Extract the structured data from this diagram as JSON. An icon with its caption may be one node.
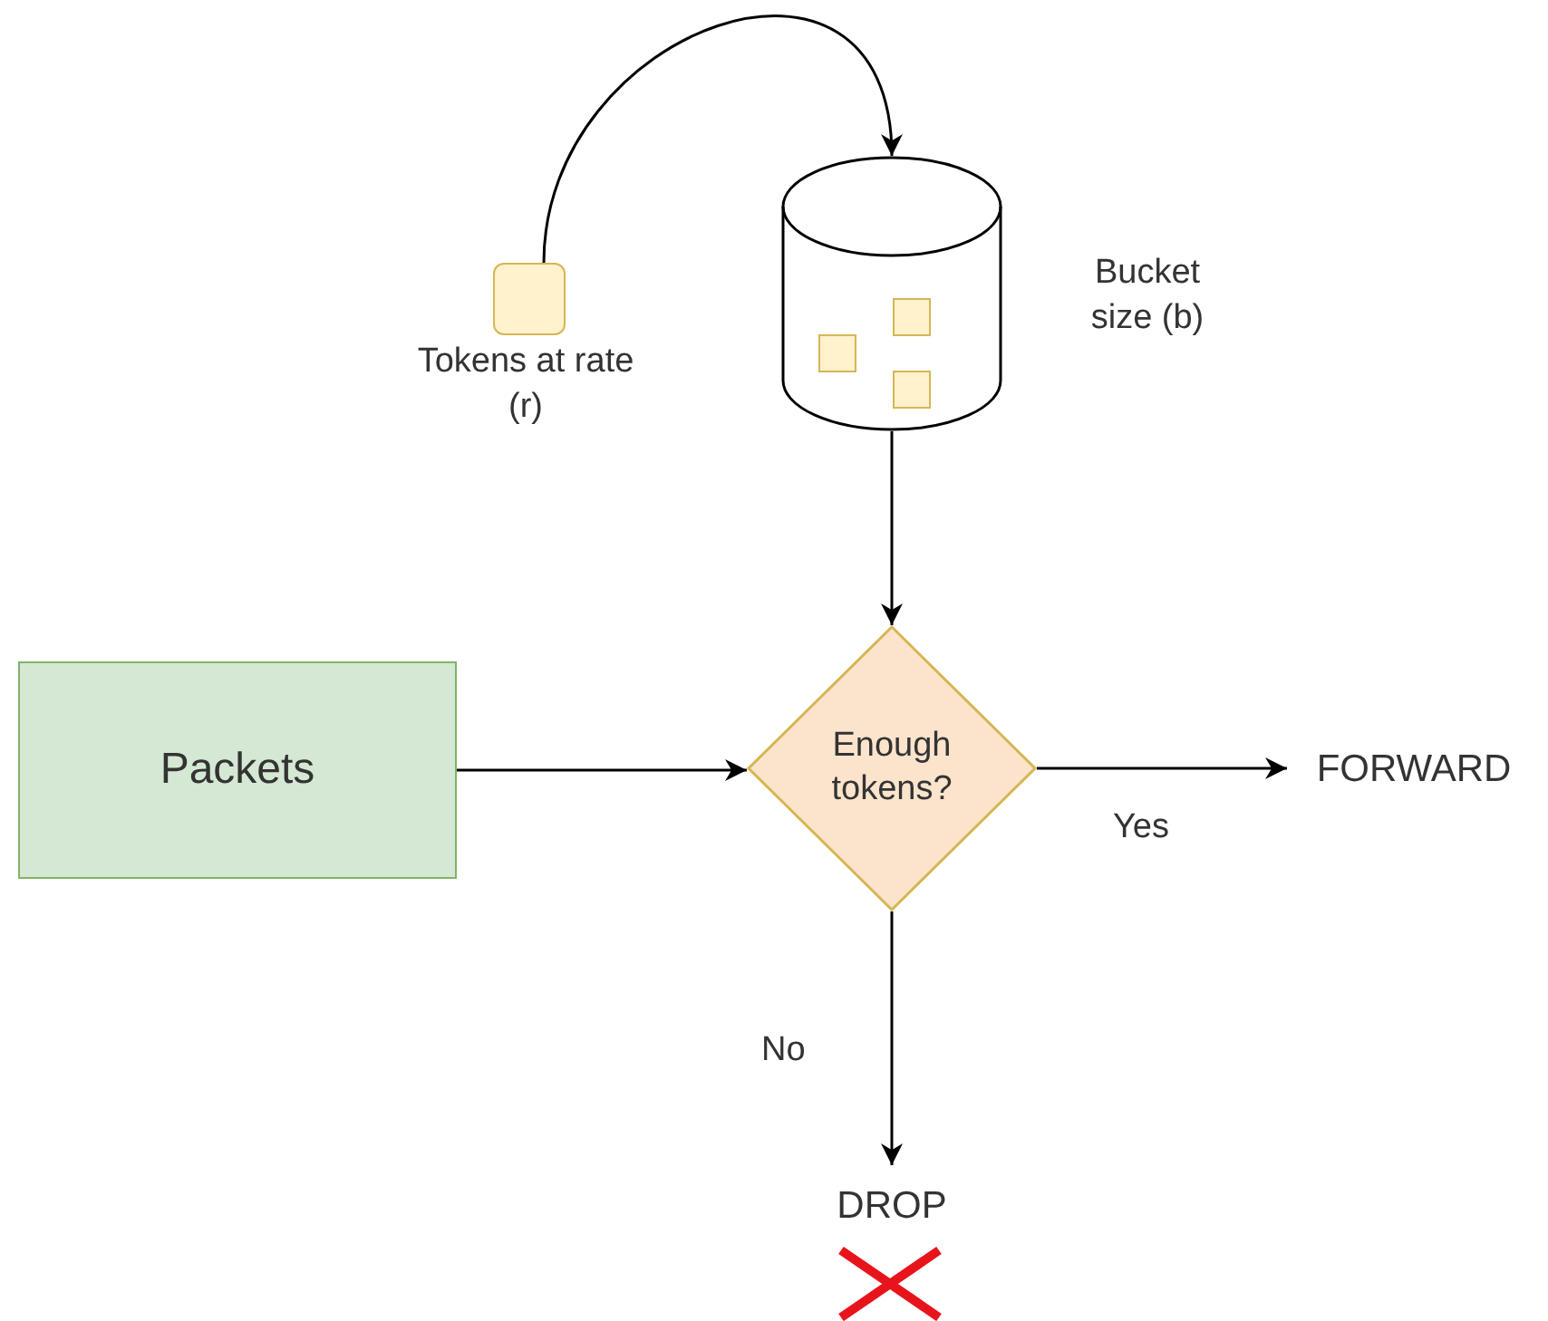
{
  "diagram": {
    "nodes": [
      {
        "text": [],
        "shape": "box",
        "beside": [
          "Tokens at rate (r)"
        ]
      },
      {
        "text": [],
        "shape": "cylinder",
        "beside": [
          "Bucket size (b)"
        ]
      },
      {
        "text": [
          "Packets"
        ]
      },
      {
        "text": [
          "Enough tokens?"
        ]
      },
      {
        "text": [
          "FORWARD"
        ]
      },
      {
        "text": [
          "DROP"
        ]
      }
    ],
    "edges": [
      {
        "from": 0,
        "to": 1,
        "arrow": "to"
      },
      {
        "from": 1,
        "to": 3,
        "arrow": "to"
      },
      {
        "from": 2,
        "to": 3,
        "arrow": "to"
      },
      {
        "from": 3,
        "to": 4,
        "arrow": "to",
        "label": "Yes"
      },
      {
        "from": 3,
        "to": 5,
        "arrow": "to",
        "label": "No"
      }
    ]
  }
}
